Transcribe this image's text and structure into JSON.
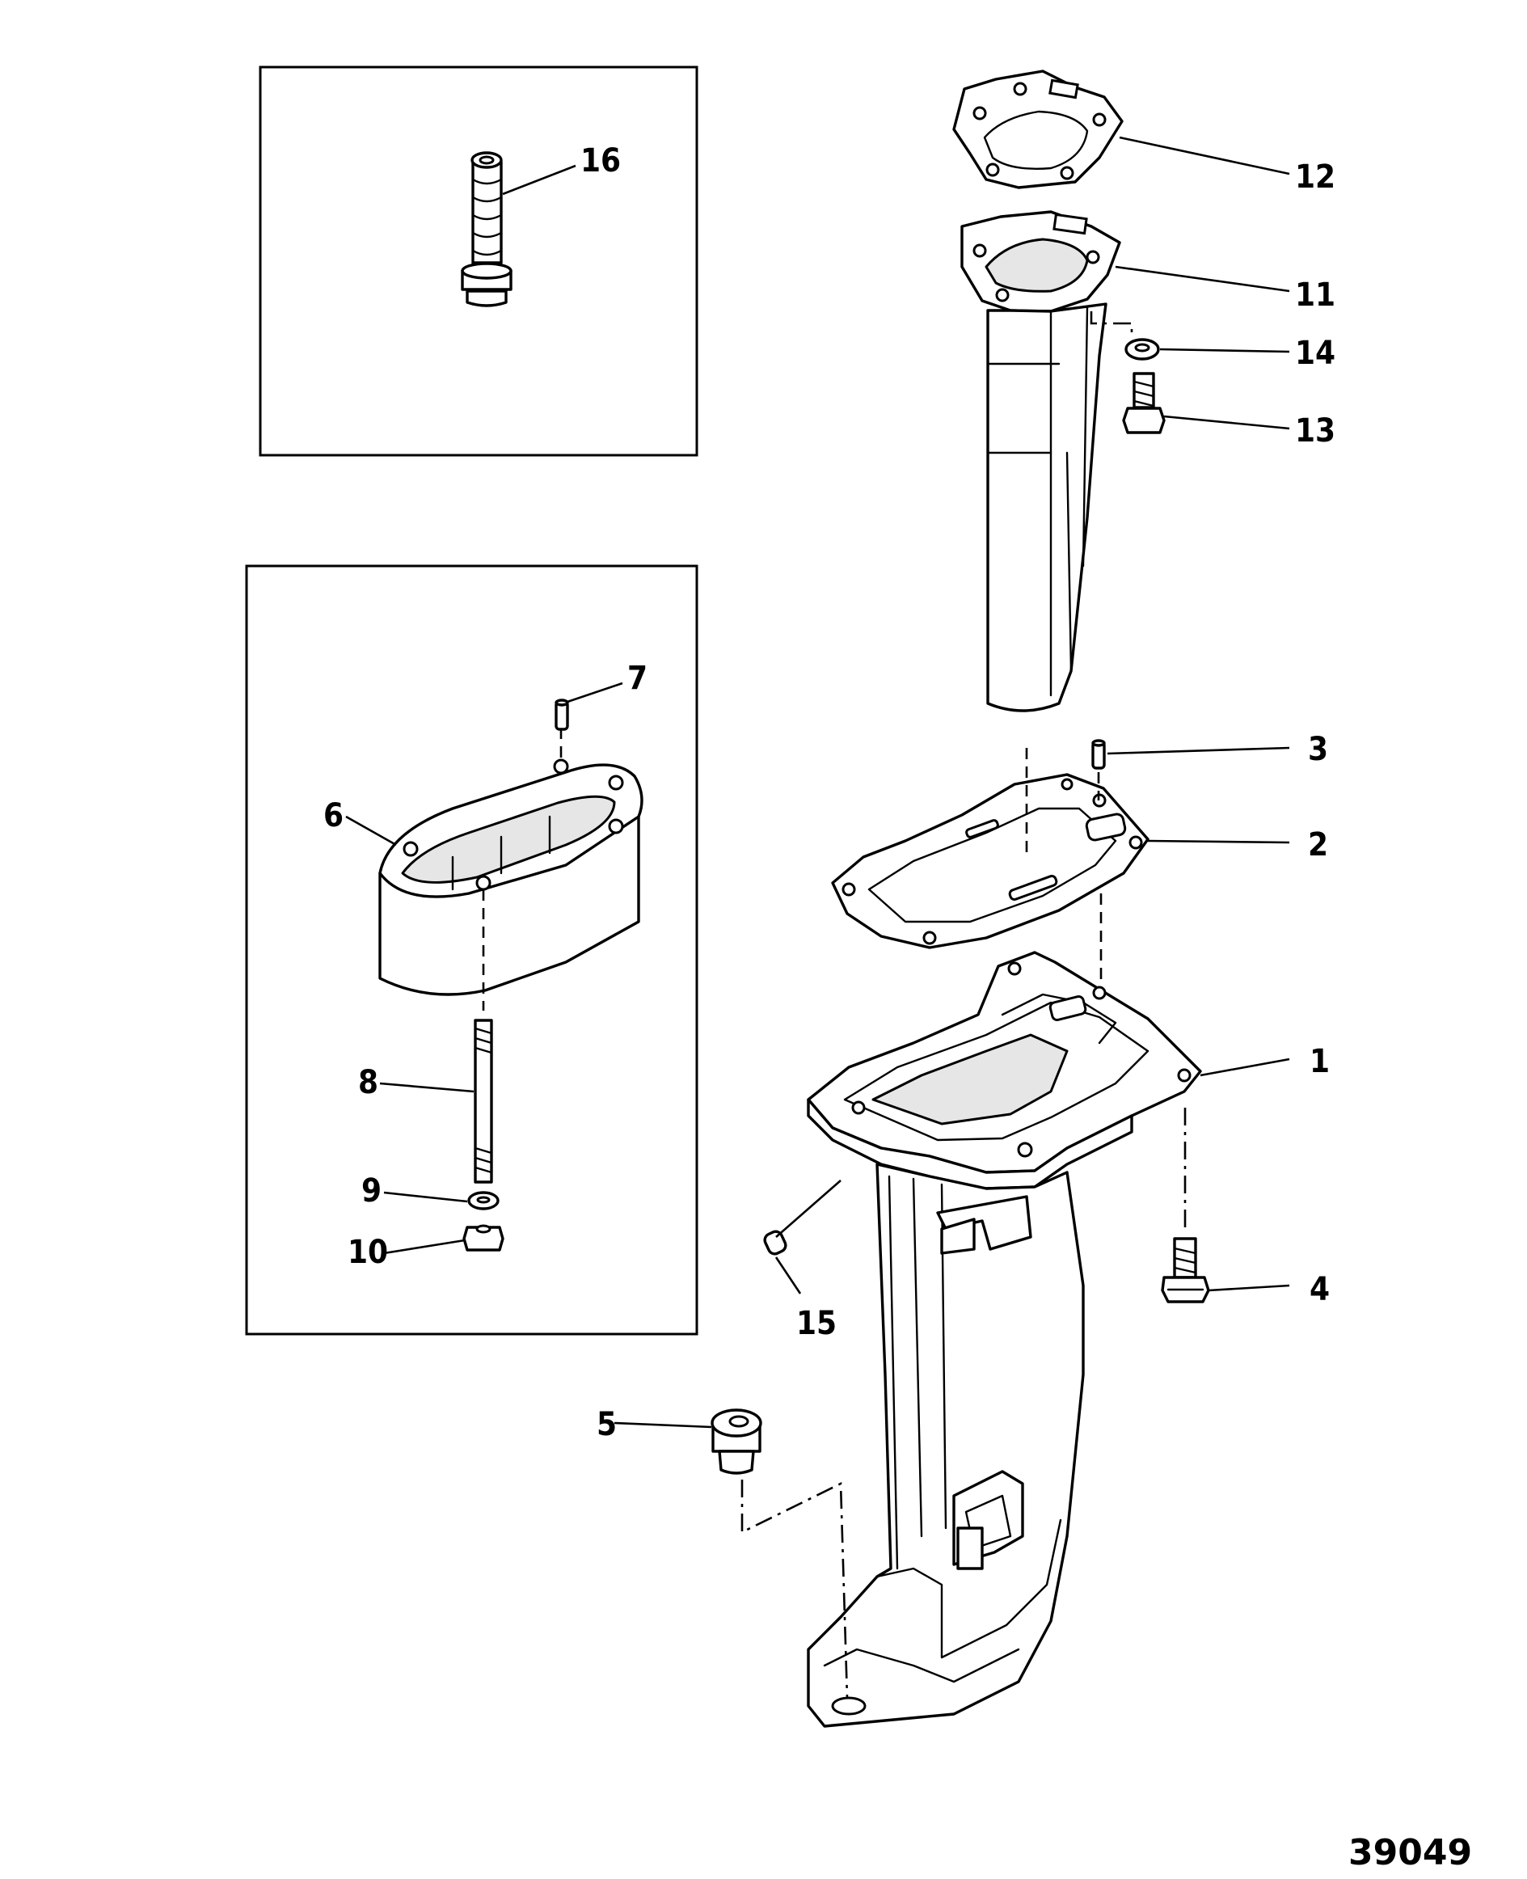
{
  "figure_number": "39049",
  "callouts": {
    "c1": "1",
    "c2": "2",
    "c3": "3",
    "c4": "4",
    "c5": "5",
    "c6": "6",
    "c7": "7",
    "c8": "8",
    "c9": "9",
    "c10": "10",
    "c11": "11",
    "c12": "12",
    "c13": "13",
    "c14": "14",
    "c15": "15",
    "c16": "16"
  },
  "colors": {
    "line": "#000000",
    "background": "#ffffff"
  }
}
